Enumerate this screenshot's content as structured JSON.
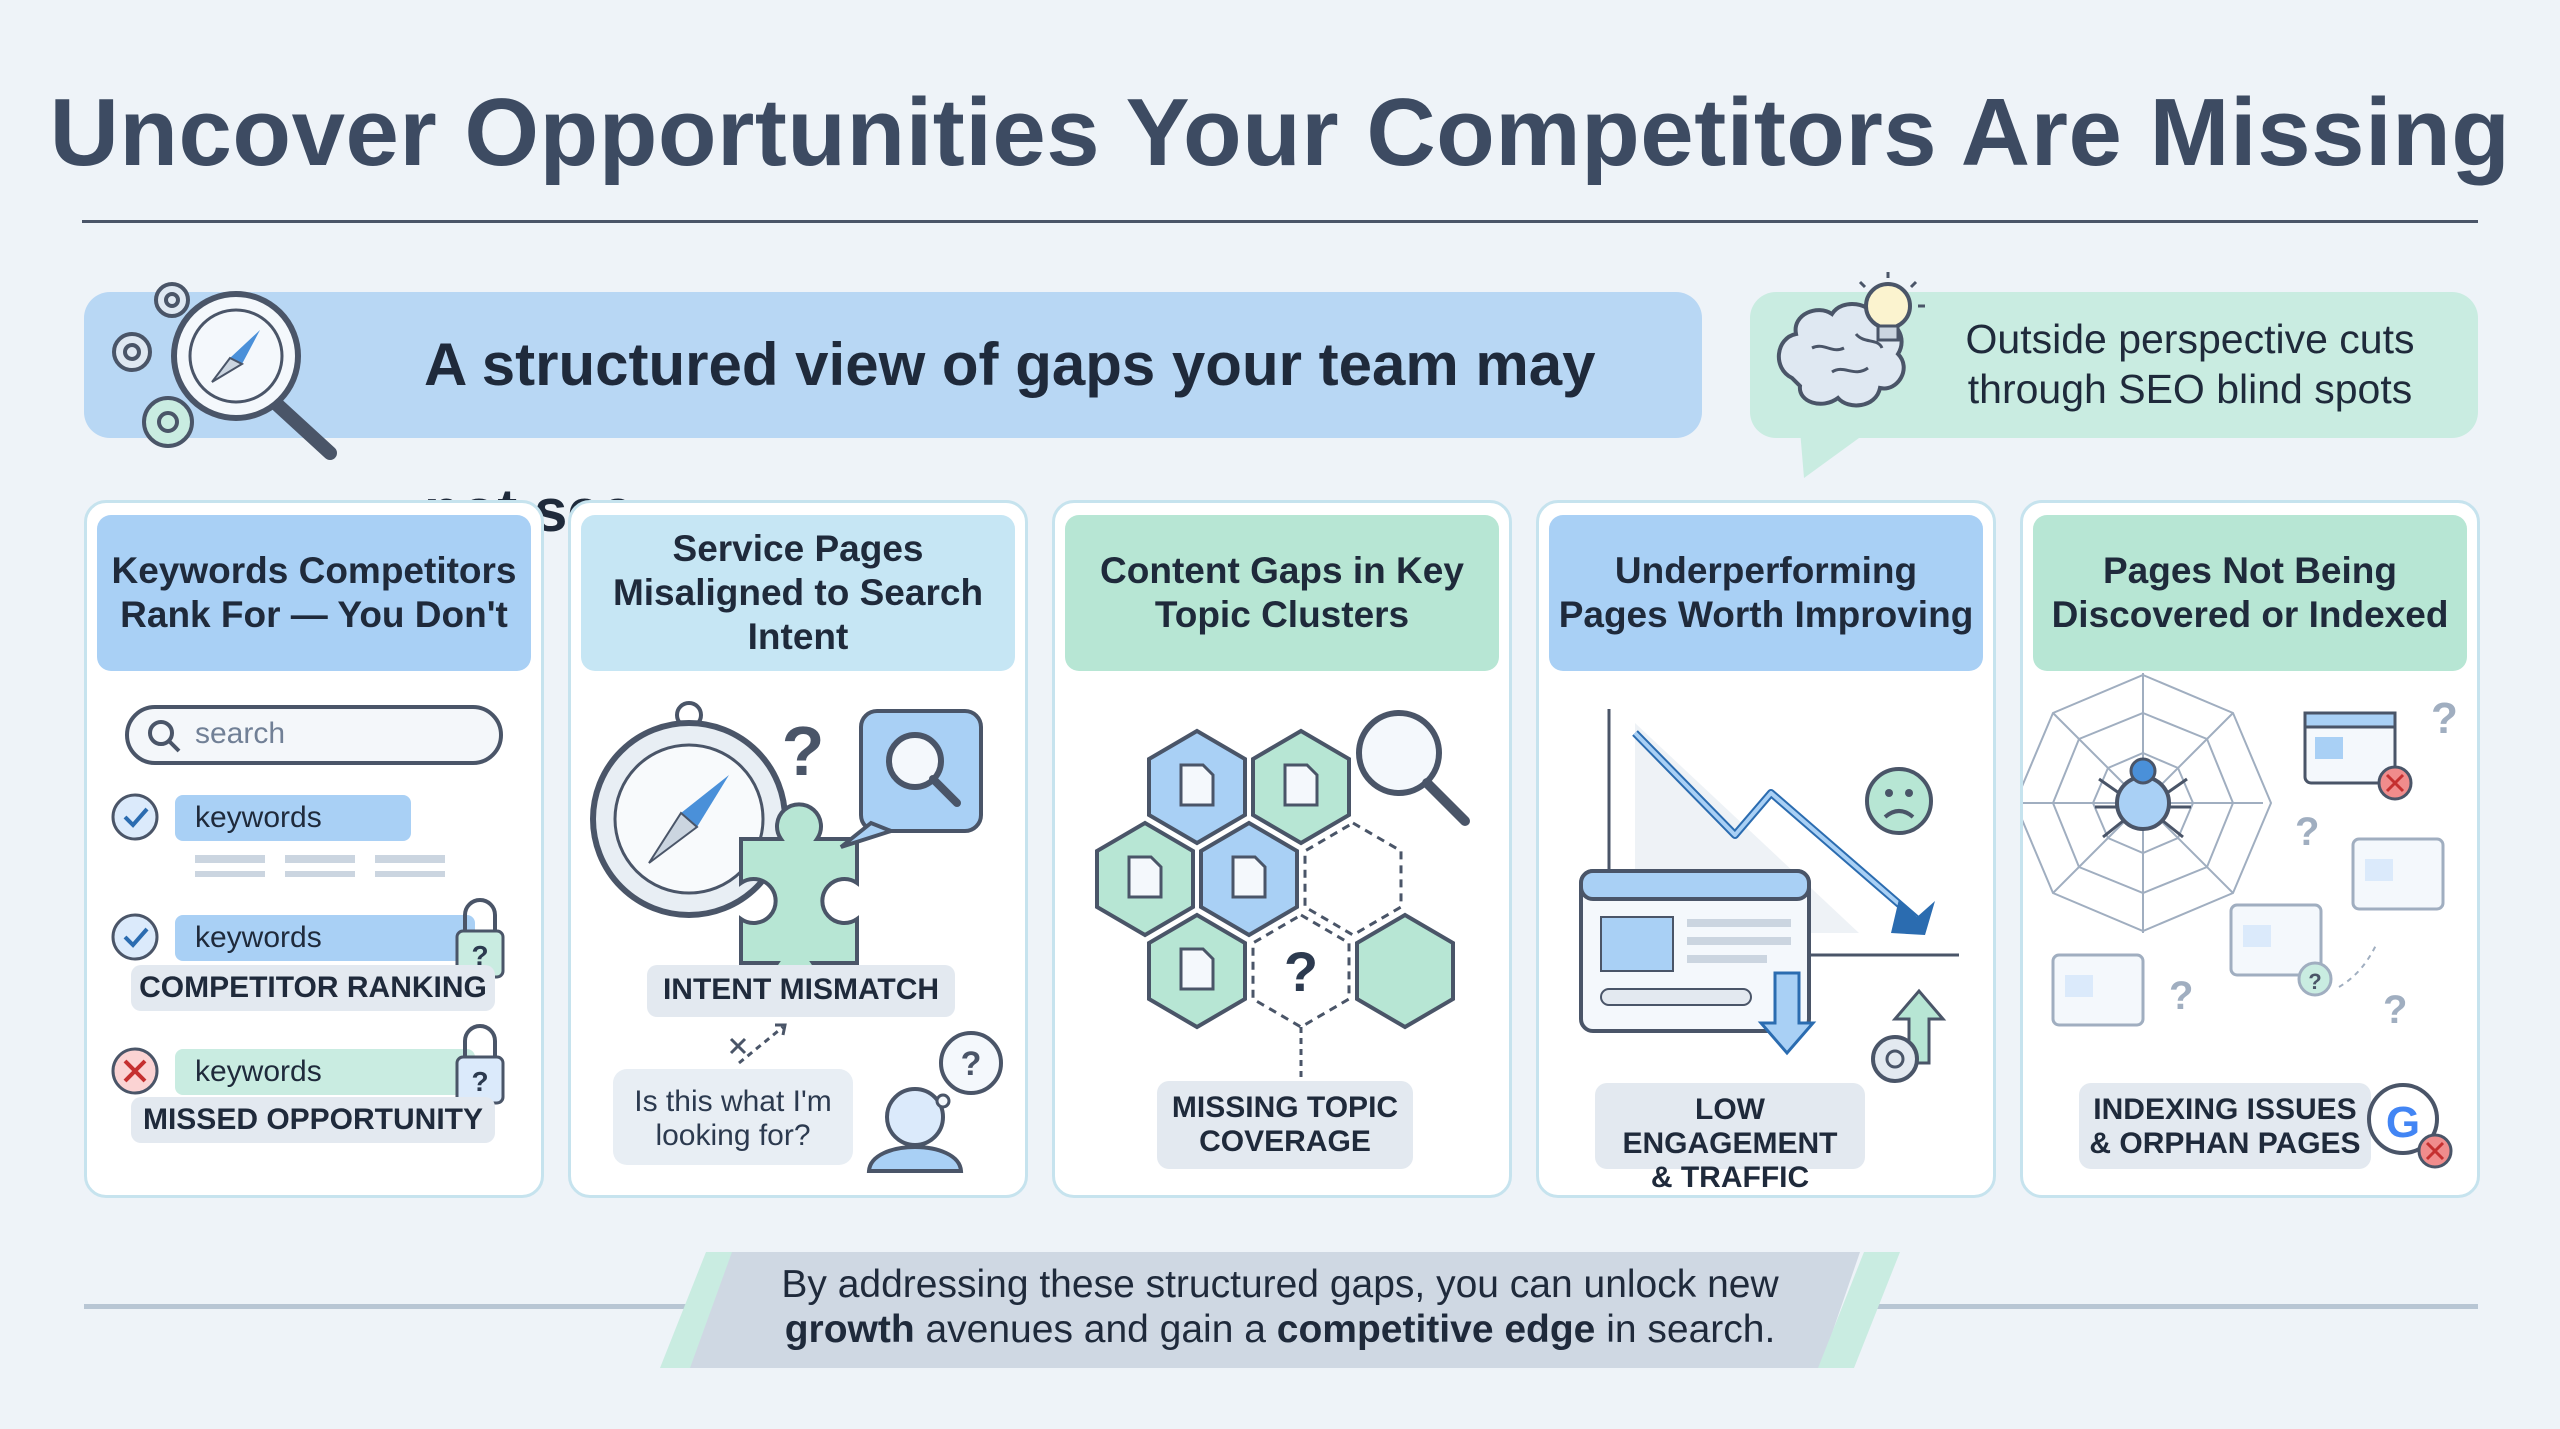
{
  "title": "Uncover Opportunities Your Competitors Are Missing",
  "banner": {
    "text": "A structured view of gaps your team may not see"
  },
  "callout": {
    "line1": "Outside perspective cuts",
    "line2": "through SEO blind spots"
  },
  "cards": [
    {
      "heading": "Keywords Competitors Rank For — You Don't",
      "search_placeholder": "search",
      "keyword1": "keywords",
      "keyword2": "keywords",
      "label2": "COMPETITOR RANKING",
      "keyword3": "keywords",
      "label3": "MISSED OPPORTUNITY"
    },
    {
      "heading": "Service Pages Misaligned to Search Intent",
      "label": "INTENT MISMATCH",
      "question_line1": "Is this what I'm",
      "question_line2": "looking for?"
    },
    {
      "heading": "Content Gaps in Key Topic Clusters",
      "label_line1": "MISSING TOPIC",
      "label_line2": "COVERAGE"
    },
    {
      "heading": "Underperforming Pages Worth Improving",
      "label_line1": "LOW ENGAGEMENT",
      "label_line2": "& TRAFFIC"
    },
    {
      "heading": "Pages Not Being Discovered or Indexed",
      "label_line1": "INDEXING ISSUES",
      "label_line2": "& ORPHAN PAGES"
    }
  ],
  "footer": {
    "p1": "By addressing these structured gaps, you can unlock new",
    "b1": "growth",
    "p2": " avenues and gain a ",
    "b2": "competitive edge",
    "p3": " in search."
  },
  "colors": {
    "blue": "#a9d0f5",
    "light_blue": "#c6e6f4",
    "mint": "#b7e6d4",
    "error": "#f08c8c"
  }
}
